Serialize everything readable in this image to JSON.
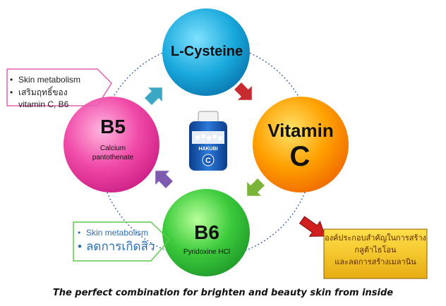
{
  "colors": {
    "l_cysteine": "#18a8d8",
    "vitamin_c": "#ff9a00",
    "b5": "#ee3fa0",
    "b6": "#3cc43c",
    "arrow_red": "#c0262a",
    "arrow_green": "#7ab53a",
    "arrow_purple": "#7e5bb0",
    "arrow_teal": "#3aa7c4",
    "result_box": "#f2c21a"
  },
  "nodes": {
    "l_cysteine": {
      "title": "L-Cysteine"
    },
    "vitamin_c": {
      "title": "Vitamin",
      "letter": "C"
    },
    "b5": {
      "title": "B5",
      "subtitle_line1": "Calcium",
      "subtitle_line2": "pantothenate"
    },
    "b6": {
      "title": "B6",
      "subtitle": "Pyridoxine HCl"
    }
  },
  "center_product": {
    "brand": "HAKUBI",
    "letter": "C",
    "icon": "supplement-bottle-icon"
  },
  "b5_notes": {
    "items": [
      "Skin metabolism",
      "เสริมฤทธิ์ของ",
      "vitamin C, B6"
    ]
  },
  "b6_notes": {
    "items": [
      "Skin metabolism",
      "ลดการเกิดสิว"
    ]
  },
  "result": {
    "line1": "องค์ประกอบสำคัญในการสร้าง",
    "line2": "กลูต้าไธโอน",
    "line3": "และลดการสร้างเมลานิน"
  },
  "caption": "The perfect combination for brighten and beauty skin from inside"
}
